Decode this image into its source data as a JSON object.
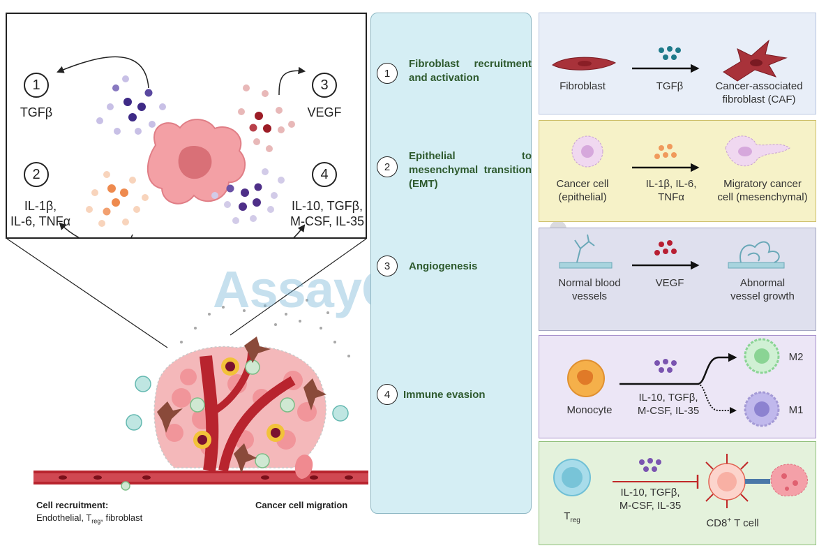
{
  "zoom": {
    "items": [
      {
        "num": "1",
        "label": "TGFβ"
      },
      {
        "num": "2",
        "label": "IL-1β,\nIL-6, TNFα"
      },
      {
        "num": "3",
        "label": "VEGF"
      },
      {
        "num": "4",
        "label": "IL-10, TGFβ,\nM-CSF, IL-35"
      }
    ]
  },
  "captions": {
    "recruit_title": "Cell recruitment:",
    "recruit_text_a": "Endothelial, T",
    "recruit_sub": "reg",
    "recruit_text_b": ", fibroblast",
    "migration": "Cancer cell migration"
  },
  "steps": [
    {
      "num": "1",
      "text": "Fibroblast recruitment and activation"
    },
    {
      "num": "2",
      "text": "Epithelial to mesenchymal transition (EMT)"
    },
    {
      "num": "3",
      "text": "Angiogenesis"
    },
    {
      "num": "4",
      "text": "Immune evasion"
    }
  ],
  "panels": {
    "p1": {
      "a": "Fibroblast",
      "b": "TGFβ",
      "c": "Cancer-associated\nfibroblast (CAF)"
    },
    "p2": {
      "a": "Cancer cell\n(epithelial)",
      "b": "IL-1β, IL-6,\nTNFα",
      "c": "Migratory cancer\ncell (mesenchymal)"
    },
    "p3": {
      "a": "Normal blood\nvessels",
      "b": "VEGF",
      "c": "Abnormal\nvessel growth"
    },
    "p4": {
      "a": "Monocyte",
      "b": "IL-10, TGFβ,\nM-CSF, IL-35",
      "m2": "M2",
      "m1": "M1"
    },
    "p5": {
      "a_main": "T",
      "a_sub": "reg",
      "b": "IL-10, TGFβ,\nM-CSF, IL-35",
      "c_pre": "CD8",
      "c_sup": "+",
      "c_post": " T cell"
    }
  },
  "watermark": "AssayGenie",
  "colors": {
    "panel1": "#e8eef8",
    "panel2": "#f6f2c8",
    "panel3": "#dfe0ee",
    "panel4": "#ece6f6",
    "panel5": "#e4f2dc",
    "step_text": "#2e5a2e",
    "center_bg": "#d5eef4"
  }
}
